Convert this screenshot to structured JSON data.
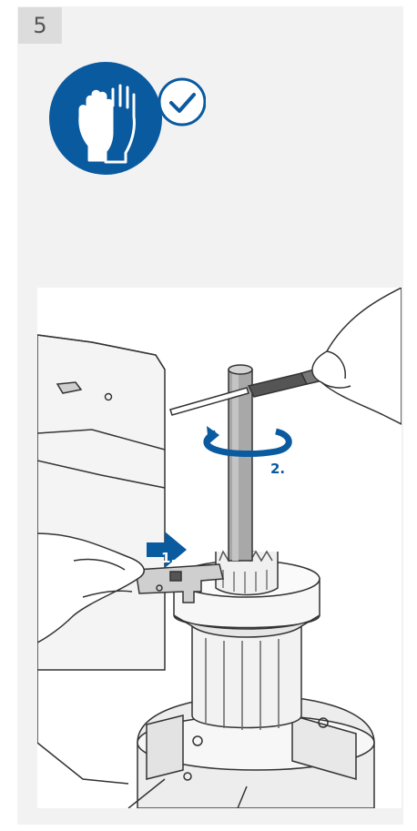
{
  "step": {
    "number": "5"
  },
  "ppe": {
    "icon": "protective-gloves-icon",
    "confirm_icon": "checkmark-icon",
    "color": "#0a5aa0"
  },
  "callouts": {
    "step1": "1.",
    "step2": "2."
  },
  "colors": {
    "panel_bg": "#f2f2f2",
    "badge_bg": "#dcdcdc",
    "accent": "#0a5aa0"
  }
}
